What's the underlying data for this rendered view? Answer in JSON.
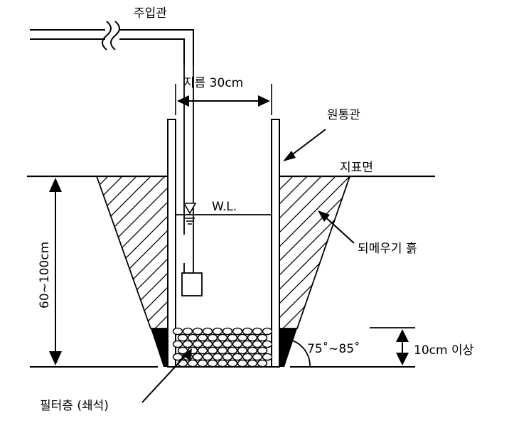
{
  "labels": {
    "inlet_pipe": "주입관",
    "diameter": "지름 30cm",
    "casing": "원통관",
    "ground_surface": "지표면",
    "water_level": "W.L.",
    "backfill": "되메우기 흙",
    "depth": "60~100cm",
    "filter_thickness": "10cm 이상",
    "angle": "75˚~85˚",
    "filter_layer": "필터층 (쇄석)"
  },
  "colors": {
    "line": "#000000",
    "background": "#ffffff"
  }
}
